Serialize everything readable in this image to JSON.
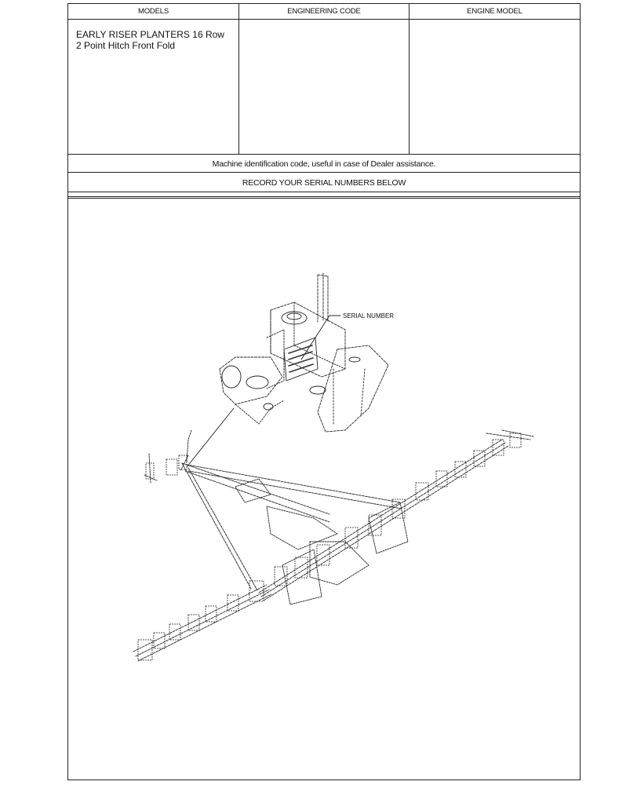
{
  "header": {
    "models_label": "MODELS",
    "engineering_code_label": "ENGINEERING CODE",
    "engine_model_label": "ENGINE MODEL"
  },
  "models": {
    "line1": "EARLY RISER PLANTERS 16 Row",
    "line2": "2 Point Hitch Front Fold"
  },
  "engineering_code": "",
  "engine_model": "",
  "notes": {
    "identification": "Machine identification code, useful in case of Dealer assistance.",
    "record": "RECORD YOUR SERIAL NUMBERS BELOW"
  },
  "illustration": {
    "callout": "SERIAL NUMBER"
  }
}
